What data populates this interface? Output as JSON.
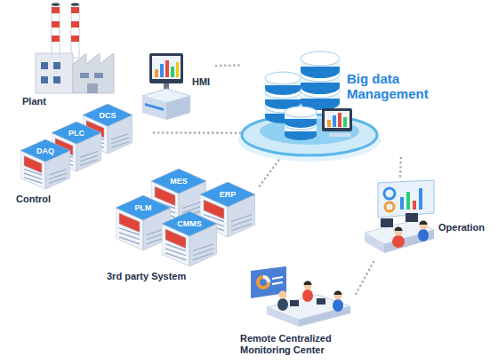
{
  "diagram": {
    "nodes": [
      {
        "text": [
          "Plant"
        ]
      },
      {
        "text": [
          "HMI"
        ]
      },
      {
        "text": [
          "Big data Management"
        ]
      },
      {
        "text": [
          "Control"
        ]
      },
      {
        "text": [
          "DCS"
        ],
        "in": 3
      },
      {
        "text": [
          "PLC"
        ],
        "in": 3
      },
      {
        "text": [
          "DAQ"
        ],
        "in": 3
      },
      {
        "text": [
          "3rd party System"
        ]
      },
      {
        "text": [
          "MES"
        ],
        "in": 7
      },
      {
        "text": [
          "ERP"
        ],
        "in": 7
      },
      {
        "text": [
          "PLM"
        ],
        "in": 7
      },
      {
        "text": [
          "CMMS"
        ],
        "in": 7
      },
      {
        "text": [
          "Operation"
        ]
      },
      {
        "text": [
          "Remote Centralized Monitoring Center"
        ]
      }
    ],
    "edges": [
      {
        "from": 3,
        "to": 2,
        "arrow": "none"
      },
      {
        "from": 1,
        "to": 2,
        "arrow": "none"
      },
      {
        "from": 7,
        "to": 2,
        "arrow": "none"
      },
      {
        "from": 2,
        "to": 12,
        "arrow": "none"
      },
      {
        "from": 12,
        "to": 13,
        "arrow": "none"
      }
    ]
  }
}
